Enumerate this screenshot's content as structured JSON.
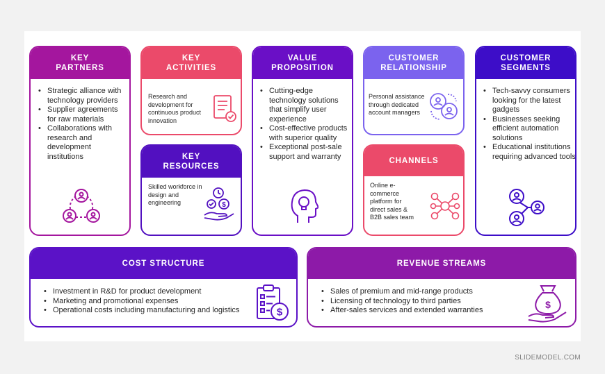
{
  "partners": {
    "title_l1": "KEY",
    "title_l2": "PARTNERS",
    "items": [
      "Strategic alliance with technology providers",
      "Supplier agreements for raw materials",
      "Collaborations with research and development institutions"
    ]
  },
  "activities": {
    "title_l1": "KEY",
    "title_l2": "ACTIVITIES",
    "text": "Research and development for continuous product innovation"
  },
  "resources": {
    "title_l1": "KEY",
    "title_l2": "RESOURCES",
    "text": "Skilled workforce in design and engineering"
  },
  "value": {
    "title_l1": "VALUE",
    "title_l2": "PROPOSITION",
    "items": [
      "Cutting-edge technology solutions that simplify user experience",
      "Cost-effective products with superior quality",
      "Exceptional post-sale support and warranty"
    ]
  },
  "relationship": {
    "title_l1": "CUSTOMER",
    "title_l2": "RELATIONSHIP",
    "text": "Personal assistance through dedicated account managers"
  },
  "channels": {
    "title": "CHANNELS",
    "text": "Online e-commerce platform for direct sales & B2B sales team"
  },
  "segments": {
    "title_l1": "CUSTOMER",
    "title_l2": "SEGMENTS",
    "items": [
      "Tech-savvy consumers looking for the latest gadgets",
      "Businesses seeking efficient automation solutions",
      "Educational institutions requiring advanced tools"
    ]
  },
  "cost": {
    "title": "COST STRUCTURE",
    "items": [
      "Investment in R&D for product development",
      "Marketing and promotional expenses",
      "Operational costs including manufacturing and logistics"
    ]
  },
  "revenue": {
    "title": "REVENUE STREAMS",
    "items": [
      "Sales of premium and mid-range products",
      "Licensing of technology to third parties",
      "After-sales services and extended warranties"
    ]
  },
  "footer": "SLIDEMODEL.COM",
  "icons": {
    "partners": "people-network-icon",
    "activities": "document-check-icon",
    "resources": "hand-money-icon",
    "value": "head-lightbulb-icon",
    "relationship": "customer-support-icon",
    "channels": "network-nodes-icon",
    "segments": "user-network-icon",
    "cost": "clipboard-dollar-icon",
    "revenue": "money-bag-hand-icon"
  },
  "colors": {
    "partners": "#a4169e",
    "activities": "#eb4a6a",
    "resources": "#5210c0",
    "value": "#6a0fc6",
    "relationship": "#7b63ee",
    "channels": "#eb4a6a",
    "segments": "#3d0dc8",
    "cost": "#5b12c7",
    "revenue": "#8d1aa8"
  }
}
